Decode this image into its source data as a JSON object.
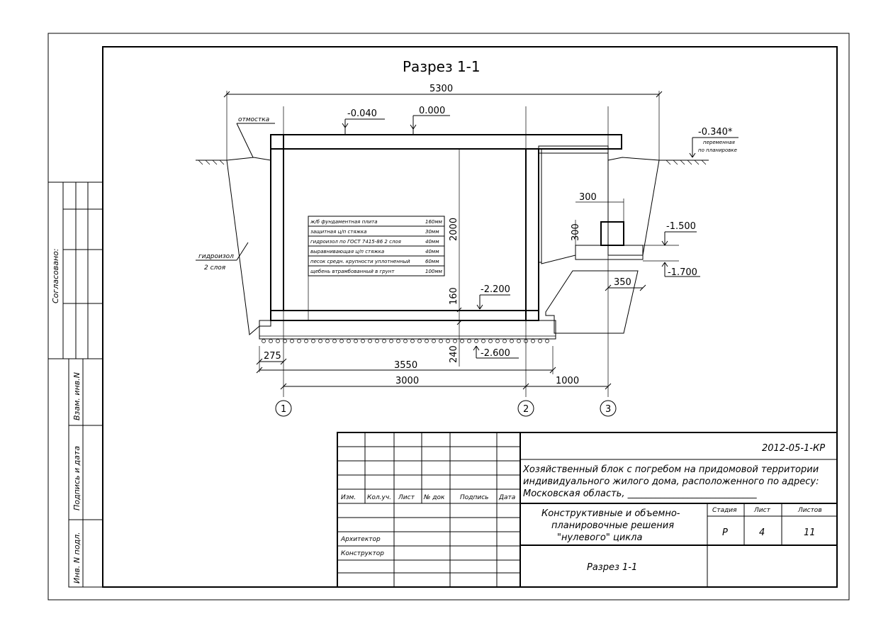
{
  "drawing": {
    "title": "Разрез 1-1",
    "dims": {
      "overall": "5300",
      "left_offset": "275",
      "room_width": "3550",
      "axis_1_2": "3000",
      "axis_2_3": "1000",
      "cellar_height": "2000",
      "slab_top": "160",
      "slab_bottom": "240",
      "drain_w": "300",
      "drain_h": "300",
      "step": "350"
    },
    "levels": {
      "l_m0040": "-0.040",
      "l_0000": "0.000",
      "l_m0340": "-0.340*",
      "l_m1500": "-1.500",
      "l_m1700": "-1.700",
      "l_m2200": "-2.200",
      "l_m2600": "-2.600"
    },
    "notes": {
      "otmostka": "отмостка",
      "variable_1": "переменная",
      "variable_2": "по планировке",
      "hydro_1": "гидроизол",
      "hydro_2": "2 слоя"
    },
    "layers": [
      {
        "name": "ж/б фундаментная плита",
        "value": "160мм"
      },
      {
        "name": "защитная ц/п стяжка",
        "value": "30мм"
      },
      {
        "name": "гидроизол по ГОСТ 7415-86 2 слоя",
        "value": "40мм"
      },
      {
        "name": "выравнивающая ц/п стяжка",
        "value": "40мм"
      },
      {
        "name": "песок средн. крупности уплотненный",
        "value": "60мм"
      },
      {
        "name": "щебень втрамбованный в грунт",
        "value": "100мм"
      }
    ],
    "axes": [
      "1",
      "2",
      "3"
    ]
  },
  "side": {
    "agreed": "Согласовано:",
    "inv_replace": "Взам. инв.N",
    "sign_date": "Подпись и дата",
    "inv_orig": "Инв. N подл."
  },
  "stamp": {
    "code": "2012-05-1-КР",
    "project_1": "Хозяйственный блок с погребом на придомовой территории",
    "project_2": "индивидуального жилого дома, расположенного по адресу:",
    "project_3": "Московская область, ____________________________",
    "section_1": "Конструктивные и объемно-",
    "section_2": "планировочные решения",
    "section_3": "\"нулевого\" цикла",
    "sheet_name": "Разрез 1-1",
    "col_stage": "Стадия",
    "col_sheet": "Лист",
    "col_sheets": "Листов",
    "stage": "Р",
    "sheet": "4",
    "sheets": "11",
    "hdr": [
      "Изм.",
      "Кол.уч.",
      "Лист",
      "№ док",
      "Подпись",
      "Дата"
    ],
    "role_arch": "Архитектор",
    "role_constr": "Конструктор"
  }
}
